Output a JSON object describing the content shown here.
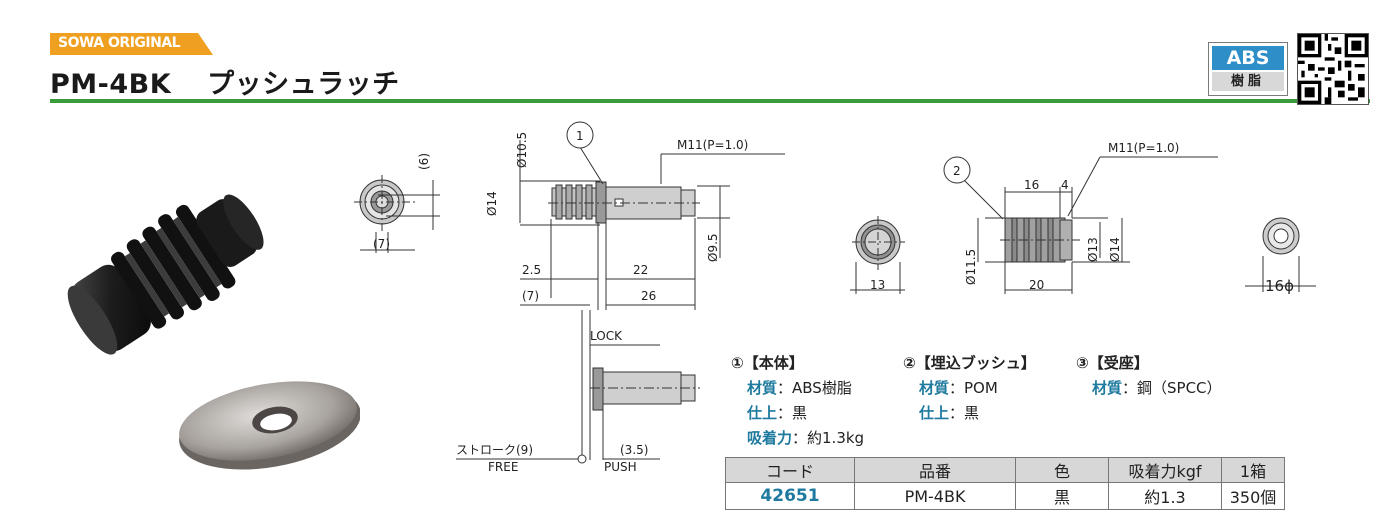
{
  "brand_badge": "SOWA ORIGINAL",
  "title": {
    "code": "PM-4BK",
    "name": "プッシュラッチ"
  },
  "material_badge": {
    "top": "ABS",
    "bottom": "樹脂"
  },
  "drawing_labels": {
    "phi10_5": "Ø10.5",
    "callout1": "1",
    "m11_a": "M11(P=1.0)",
    "phi14_a": "Ø14",
    "phi9_5": "Ø9.5",
    "d2_5": "2.5",
    "d22": "22",
    "d7b": "(7)",
    "d26": "26",
    "lock": "LOCK",
    "stroke": "ストローク(9)",
    "free": "FREE",
    "d3_5": "(3.5)",
    "push": "PUSH",
    "d6": "(6)",
    "d7": "(7)",
    "d13": "13",
    "callout2": "2",
    "d16": "16",
    "d4": "4",
    "m11_b": "M11(P=1.0)",
    "phi11_5": "Ø11.5",
    "phi13": "Ø13",
    "phi14_b": "Ø14",
    "d20": "20",
    "d16phi": "16ϕ"
  },
  "specs": [
    {
      "head": "①【本体】",
      "rows": [
        {
          "k": "材質",
          "v": "：ABS樹脂"
        },
        {
          "k": "仕上",
          "v": "：黒"
        },
        {
          "k": "吸着力",
          "v": "：約1.3kg"
        }
      ]
    },
    {
      "head": "②【埋込ブッシュ】",
      "rows": [
        {
          "k": "材質",
          "v": "：POM"
        },
        {
          "k": "仕上",
          "v": "：黒"
        }
      ]
    },
    {
      "head": "③【受座】",
      "rows": [
        {
          "k": "材質",
          "v": "：鋼（SPCC）"
        }
      ]
    }
  ],
  "table": {
    "headers": [
      "コード",
      "品番",
      "色",
      "吸着力kgf",
      "1箱"
    ],
    "rows": [
      [
        "42651",
        "PM-4BK",
        "黒",
        "約1.3",
        "350個"
      ]
    ]
  },
  "colors": {
    "accent_green": "#3a9b3a",
    "badge_orange": "#f0a020",
    "abs_blue": "#2e8ec8",
    "code_teal": "#1e7a9e"
  }
}
